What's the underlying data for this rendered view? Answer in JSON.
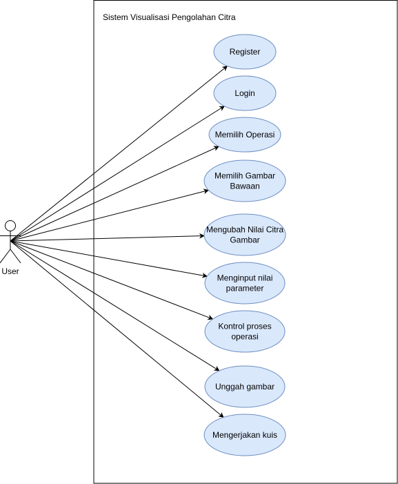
{
  "system": {
    "title": "Sistem Visualisasi Pengolahan Citra"
  },
  "actor": {
    "label": "User",
    "icon": "stick-figure-icon"
  },
  "use_cases": [
    {
      "id": "register",
      "lines": [
        "Register"
      ]
    },
    {
      "id": "login",
      "lines": [
        "Login"
      ]
    },
    {
      "id": "memilih-operasi",
      "lines": [
        "Memilih Operasi"
      ]
    },
    {
      "id": "memilih-gambar-bawaan",
      "lines": [
        "Memilih Gambar",
        "Bawaan"
      ]
    },
    {
      "id": "mengubah-nilai-citra-gambar",
      "lines": [
        "Mengubah Nilai Citra",
        "Gambar"
      ]
    },
    {
      "id": "menginput-nilai-parameter",
      "lines": [
        "Menginput nilai",
        "parameter"
      ]
    },
    {
      "id": "kontrol-proses-operasi",
      "lines": [
        "Kontrol proses",
        "operasi"
      ]
    },
    {
      "id": "unggah-gambar",
      "lines": [
        "Unggah gambar"
      ]
    },
    {
      "id": "mengerjakan-kuis",
      "lines": [
        "Mengerjakan kuis"
      ]
    }
  ],
  "colors": {
    "usecase_fill": "#dae8fc",
    "usecase_stroke": "#6c8ebf",
    "line": "#000000"
  }
}
